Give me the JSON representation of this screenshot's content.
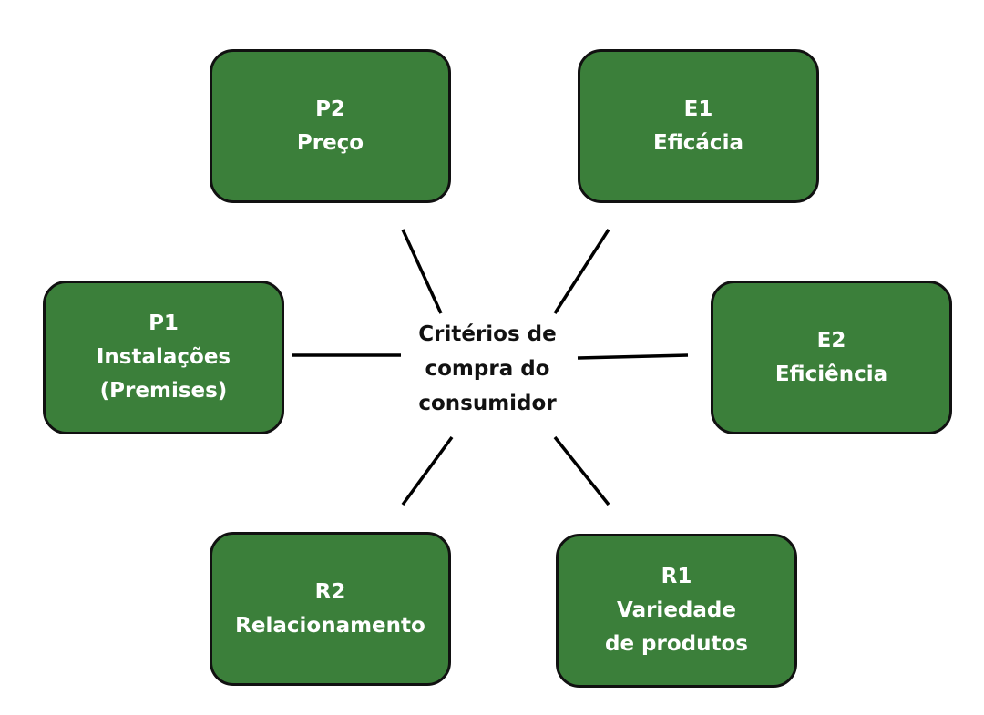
{
  "diagram": {
    "center": {
      "lines": [
        "Critérios de",
        "compra do",
        "consumidor"
      ]
    },
    "nodes": {
      "p2": {
        "code": "P2",
        "lines": [
          "Preço"
        ]
      },
      "e1": {
        "code": "E1",
        "lines": [
          "Eficácia"
        ]
      },
      "p1": {
        "code": "P1",
        "lines": [
          "Instalações",
          "(Premises)"
        ]
      },
      "e2": {
        "code": "E2",
        "lines": [
          "Eficiência"
        ]
      },
      "r2": {
        "code": "R2",
        "lines": [
          "Relacionamento"
        ]
      },
      "r1": {
        "code": "R1",
        "lines": [
          "Variedade",
          "de produtos"
        ]
      }
    },
    "colors": {
      "node_fill": "#3b7f3a",
      "node_border": "#111111",
      "node_text": "#ffffff",
      "connector": "#000000",
      "center_text": "#111111",
      "background": "#ffffff"
    }
  }
}
